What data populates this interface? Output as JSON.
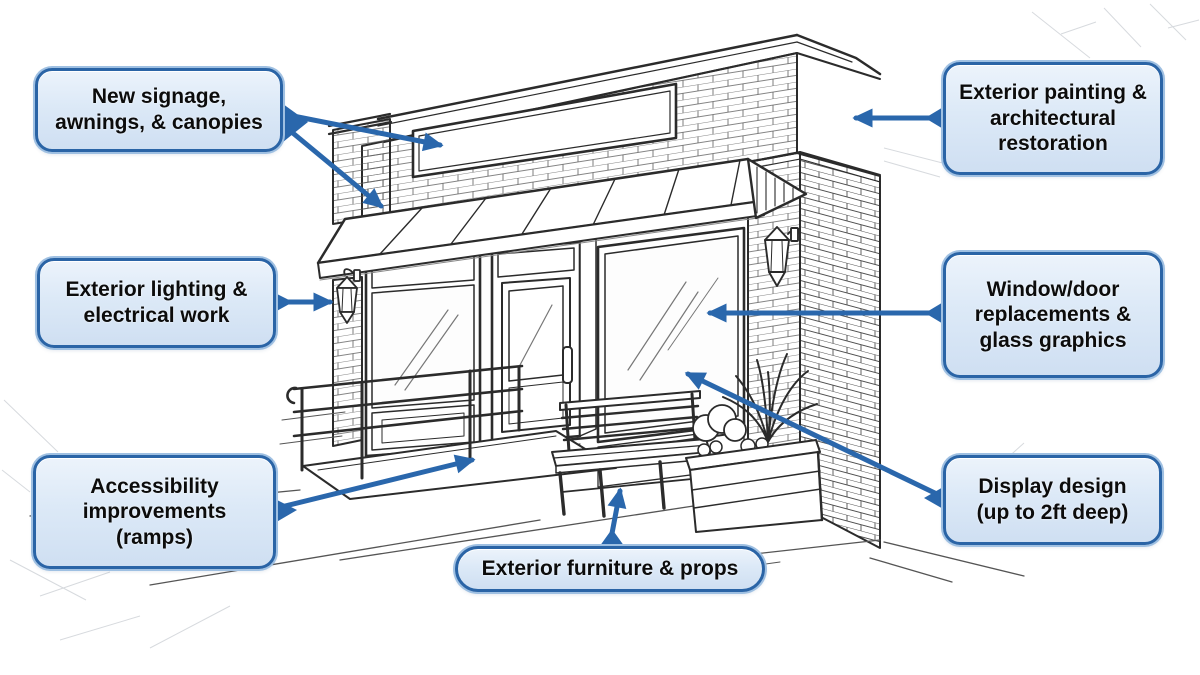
{
  "diagram": {
    "type": "annotated-illustration",
    "subject": "Storefront exterior improvements",
    "colors": {
      "background": "#ffffff",
      "callout_fill_top": "#ecf3fb",
      "callout_fill_bottom": "#cfdff2",
      "callout_border": "#2a64a6",
      "callout_outer_ring": "#9fc0e2",
      "arrow": "#2a67ac",
      "ink": "#2b2b2b",
      "text": "#0c0c0c"
    },
    "callouts": [
      {
        "id": "new-signage",
        "label": "New signage,\nawnings, & canopies",
        "target": "blank sign board and awning"
      },
      {
        "id": "exterior-painting",
        "label": "Exterior painting &\narchitectural\nrestoration",
        "target": "brick side wall"
      },
      {
        "id": "exterior-lighting",
        "label": "Exterior lighting &\nelectrical work",
        "target": "wall lantern"
      },
      {
        "id": "window-door",
        "label": "Window/door\nreplacements &\nglass graphics",
        "target": "display window glass"
      },
      {
        "id": "accessibility",
        "label": "Accessibility\nimprovements\n(ramps)",
        "target": "access ramp"
      },
      {
        "id": "display-design",
        "label": "Display design\n(up to 2ft deep)",
        "target": "window display area"
      },
      {
        "id": "exterior-furniture",
        "label": "Exterior furniture & props",
        "target": "bench"
      }
    ],
    "scene": {
      "elements": [
        "brick storefront building in perspective",
        "blank sign board",
        "striped awning with side panel",
        "left display window",
        "glass entry door",
        "large right display window",
        "two wall lanterns",
        "accessibility ramp with handrail",
        "wooden bench",
        "planter box with plants",
        "sidewalk"
      ]
    }
  }
}
